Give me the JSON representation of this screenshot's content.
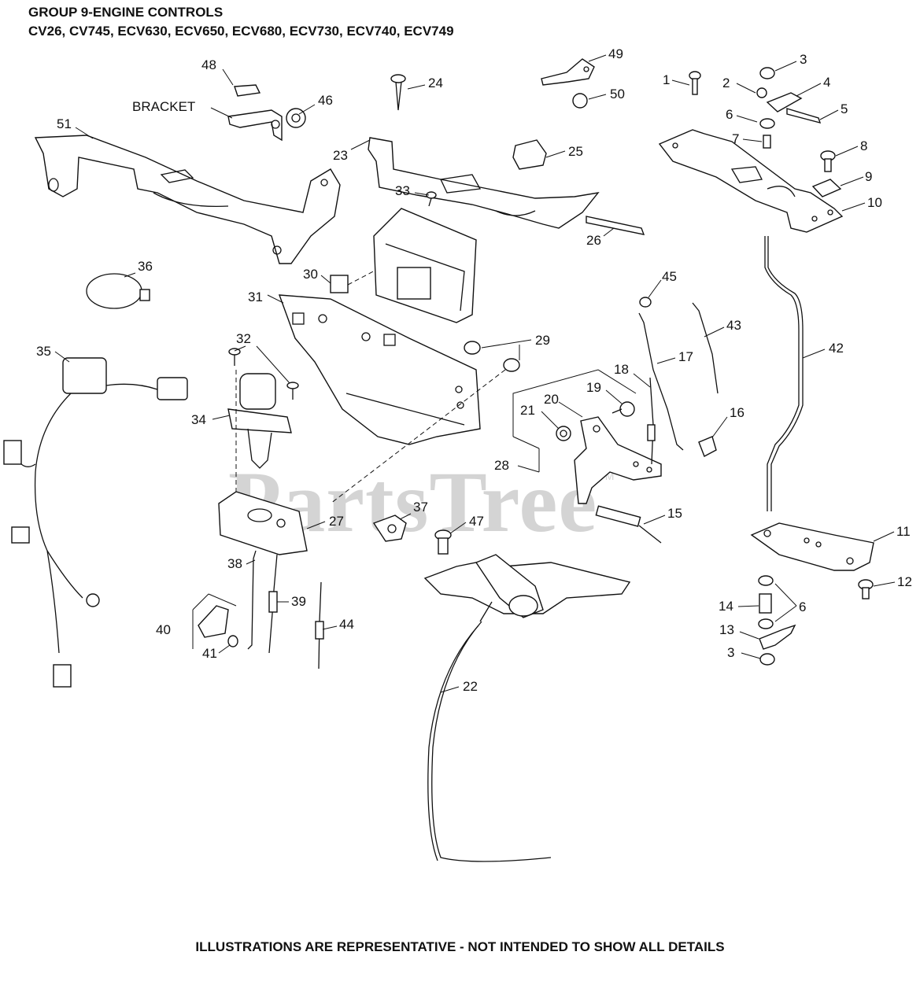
{
  "header": {
    "title": "GROUP 9-ENGINE CONTROLS",
    "models": "CV26, CV745, ECV630, ECV650, ECV680, ECV730, ECV740, ECV749"
  },
  "watermark": {
    "text": "PartsTree",
    "tm": "TM"
  },
  "footer": "ILLUSTRATIONS ARE REPRESENTATIVE - NOT INTENDED TO SHOW ALL DETAILS",
  "callouts": [
    "1",
    "2",
    "3",
    "4",
    "5",
    "6",
    "7",
    "8",
    "9",
    "10",
    "11",
    "12",
    "13",
    "14",
    "15",
    "16",
    "17",
    "18",
    "19",
    "20",
    "21",
    "22",
    "23",
    "24",
    "25",
    "26",
    "27",
    "28",
    "29",
    "30",
    "31",
    "32",
    "33",
    "34",
    "35",
    "36",
    "37",
    "38",
    "39",
    "40",
    "41",
    "42",
    "43",
    "44",
    "45",
    "46",
    "47",
    "48",
    "49",
    "50",
    "51",
    "BRACKET"
  ]
}
